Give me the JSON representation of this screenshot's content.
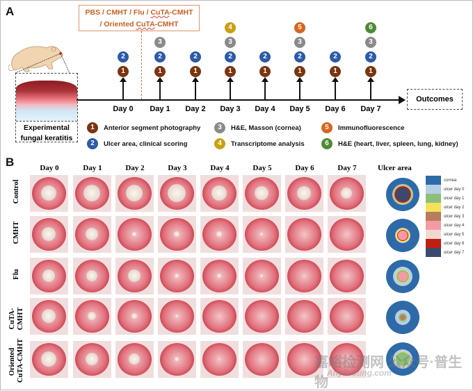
{
  "panel_a": {
    "letter": "A",
    "treatment_line1": "PBS / CMHT / Flu / ",
    "treatment_line1_u": "CuTA",
    "treatment_line1_end": "-CMHT",
    "treatment_line2": "/ Oriented ",
    "treatment_line2_u": "CuTA",
    "treatment_line2_end": "-CMHT",
    "model_label_line1": "Experimental",
    "model_label_line2": "fungal keratitis",
    "outcomes": "Outcomes",
    "days": [
      {
        "label": "Day 0",
        "badges": [
          1,
          2
        ]
      },
      {
        "label": "Day 1",
        "badges": [
          1,
          2,
          3
        ]
      },
      {
        "label": "Day 2",
        "badges": [
          1,
          2
        ]
      },
      {
        "label": "Day 3",
        "badges": [
          1,
          2,
          3,
          4
        ]
      },
      {
        "label": "Day 4",
        "badges": [
          1,
          2
        ]
      },
      {
        "label": "Day 5",
        "badges": [
          1,
          2,
          3,
          5
        ]
      },
      {
        "label": "Day 6",
        "badges": [
          1,
          2
        ]
      },
      {
        "label": "Day 7",
        "badges": [
          1,
          2,
          3,
          6
        ]
      }
    ],
    "badge_colors": {
      "1": "#7a3510",
      "2": "#2b5aa8",
      "3": "#8a8a8a",
      "4": "#c9a012",
      "5": "#d8651f",
      "6": "#4f8a35"
    },
    "legend": [
      {
        "num": "1",
        "text": "Anterior segment photography"
      },
      {
        "num": "2",
        "text": "Ulcer area, clinical scoring"
      },
      {
        "num": "3",
        "text": "H&E, Masson  (cornea)"
      },
      {
        "num": "4",
        "text": "Transcriptome analysis"
      },
      {
        "num": "5",
        "text": "Immunofluorescence"
      },
      {
        "num": "6",
        "text": "H&E (heart, liver, spleen, lung, kidney)"
      }
    ]
  },
  "panel_b": {
    "letter": "B",
    "columns": [
      "Day 0",
      "Day 1",
      "Day 2",
      "Day 3",
      "Day 4",
      "Day 5",
      "Day 6",
      "Day 7"
    ],
    "rows": [
      {
        "label_line1": "Control",
        "label_line2": ""
      },
      {
        "label_line1": "CMHT",
        "label_line2": ""
      },
      {
        "label_line1": "Flu",
        "label_line2": ""
      },
      {
        "label_line1": "CuTA-",
        "label_line2": "CMHT"
      },
      {
        "label_line1": "Oriented",
        "label_line2": "CuTA-CMHT"
      }
    ],
    "ulcer_area_title": "Ulcer area",
    "ulcer_legend": [
      {
        "label": "cornea",
        "color": "#2e6aa8"
      },
      {
        "label": "ulcer day 0",
        "color": "#b7cde6"
      },
      {
        "label": "ulcer day 1",
        "color": "#8cc07a"
      },
      {
        "label": "ulcer day 2",
        "color": "#f3e25a"
      },
      {
        "label": "ulcer day 3",
        "color": "#b97c5c"
      },
      {
        "label": "ulcer day 4",
        "color": "#f59aa4"
      },
      {
        "label": "ulcer day 5",
        "color": "#f2d9cf"
      },
      {
        "label": "ulcer day 6",
        "color": "#c01e14"
      },
      {
        "label": "ulcer day 7",
        "color": "#394a6e"
      }
    ]
  },
  "watermark": {
    "line1": "嘉峪检测网  公众号·普生物",
    "line2": "AnyTesting.com"
  }
}
